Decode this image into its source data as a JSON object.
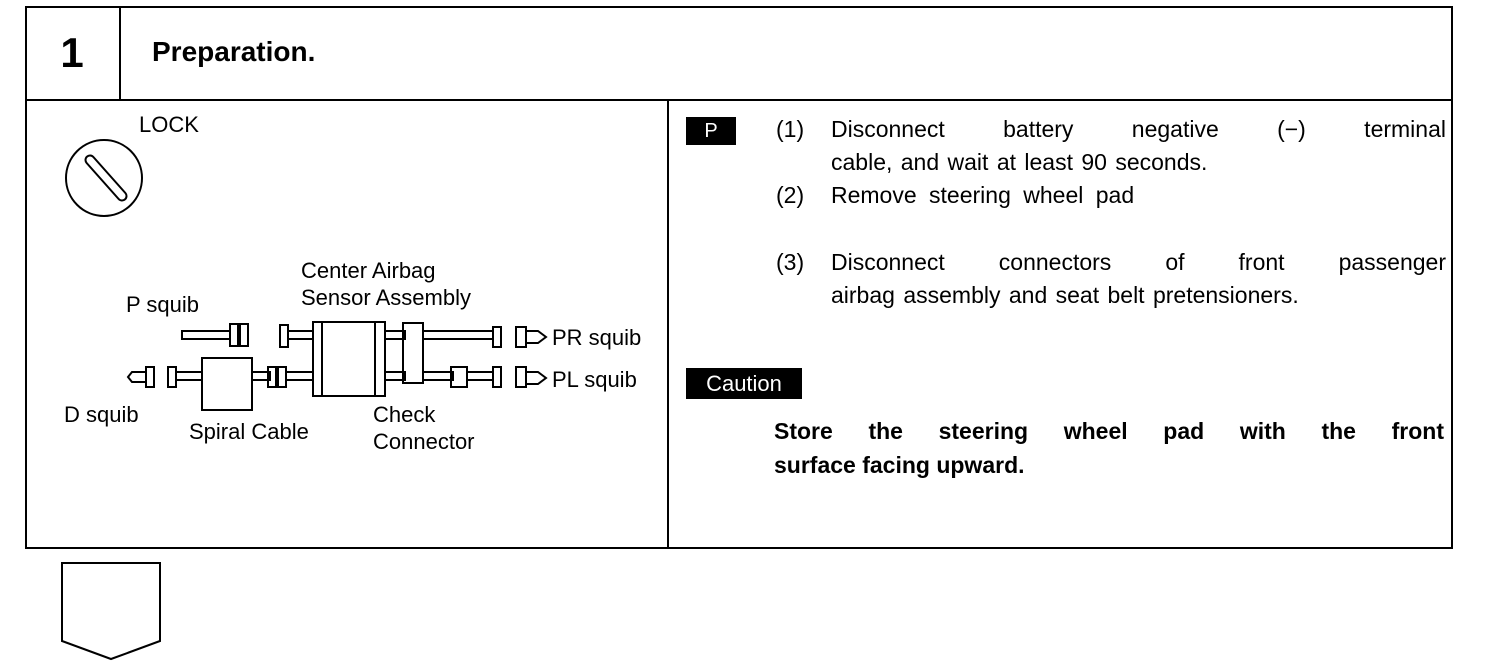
{
  "section": {
    "number": "1",
    "title": "Preparation."
  },
  "diagram": {
    "lock_label": "LOCK",
    "labels": {
      "center_airbag_line1": "Center Airbag",
      "center_airbag_line2": "Sensor Assembly",
      "p_squib": "P squib",
      "d_squib": "D squib",
      "spiral_cable": "Spiral Cable",
      "check_connector_line1": "Check",
      "check_connector_line2": "Connector",
      "pr_squib": "PR squib",
      "pl_squib": "PL squib"
    }
  },
  "instructions": {
    "badge": "P",
    "steps": [
      {
        "num": "(1)",
        "line1": "Disconnect battery negative (−) terminal",
        "line2": "cable, and wait at least 90 seconds."
      },
      {
        "num": "(2)",
        "line1": "Remove steering wheel pad",
        "line2": ""
      },
      {
        "num": "(3)",
        "line1": "Disconnect connectors of front passenger",
        "line2": "airbag assembly and seat belt pretensioners."
      }
    ],
    "caution_badge": "Caution",
    "caution_line1": "Store the steering wheel pad with the front",
    "caution_line2": "surface facing upward."
  }
}
